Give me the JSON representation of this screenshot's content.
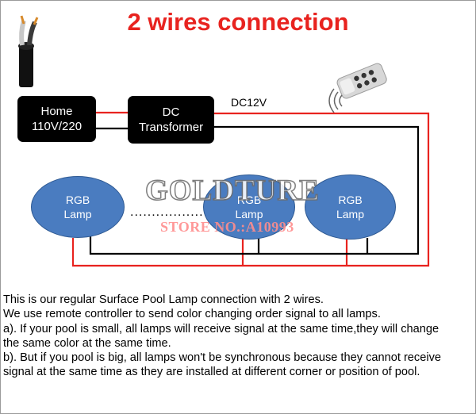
{
  "title": "2 wires connection",
  "home": {
    "line1": "Home",
    "line2": "110V/220"
  },
  "transformer": {
    "line1": "DC",
    "line2": "Transformer"
  },
  "dc_label": "DC12V",
  "lamps": [
    {
      "line1": "RGB",
      "line2": "Lamp"
    },
    {
      "line1": "RGB",
      "line2": "Lamp"
    },
    {
      "line1": "RGB",
      "line2": "Lamp"
    }
  ],
  "dots": "...................",
  "watermark": {
    "main": "GOLDTURE",
    "sub": "STORE NO.:A10993"
  },
  "description": [
    "This is our regular Surface Pool Lamp connection with 2 wires.",
    "We use remote controller to send color changing order signal to all lamps.",
    "a). If your pool is small, all lamps will receive signal at the same time,they will change",
    "the same color at the same time.",
    "b). But if you pool is big, all lamps won't be synchronous because they cannot receive",
    "signal at the same time as they are installed at different corner or position of pool."
  ],
  "colors": {
    "title": "#e8231f",
    "wire_red": "#e8231f",
    "wire_black": "#000000",
    "lamp_fill": "#4a7cc0"
  }
}
